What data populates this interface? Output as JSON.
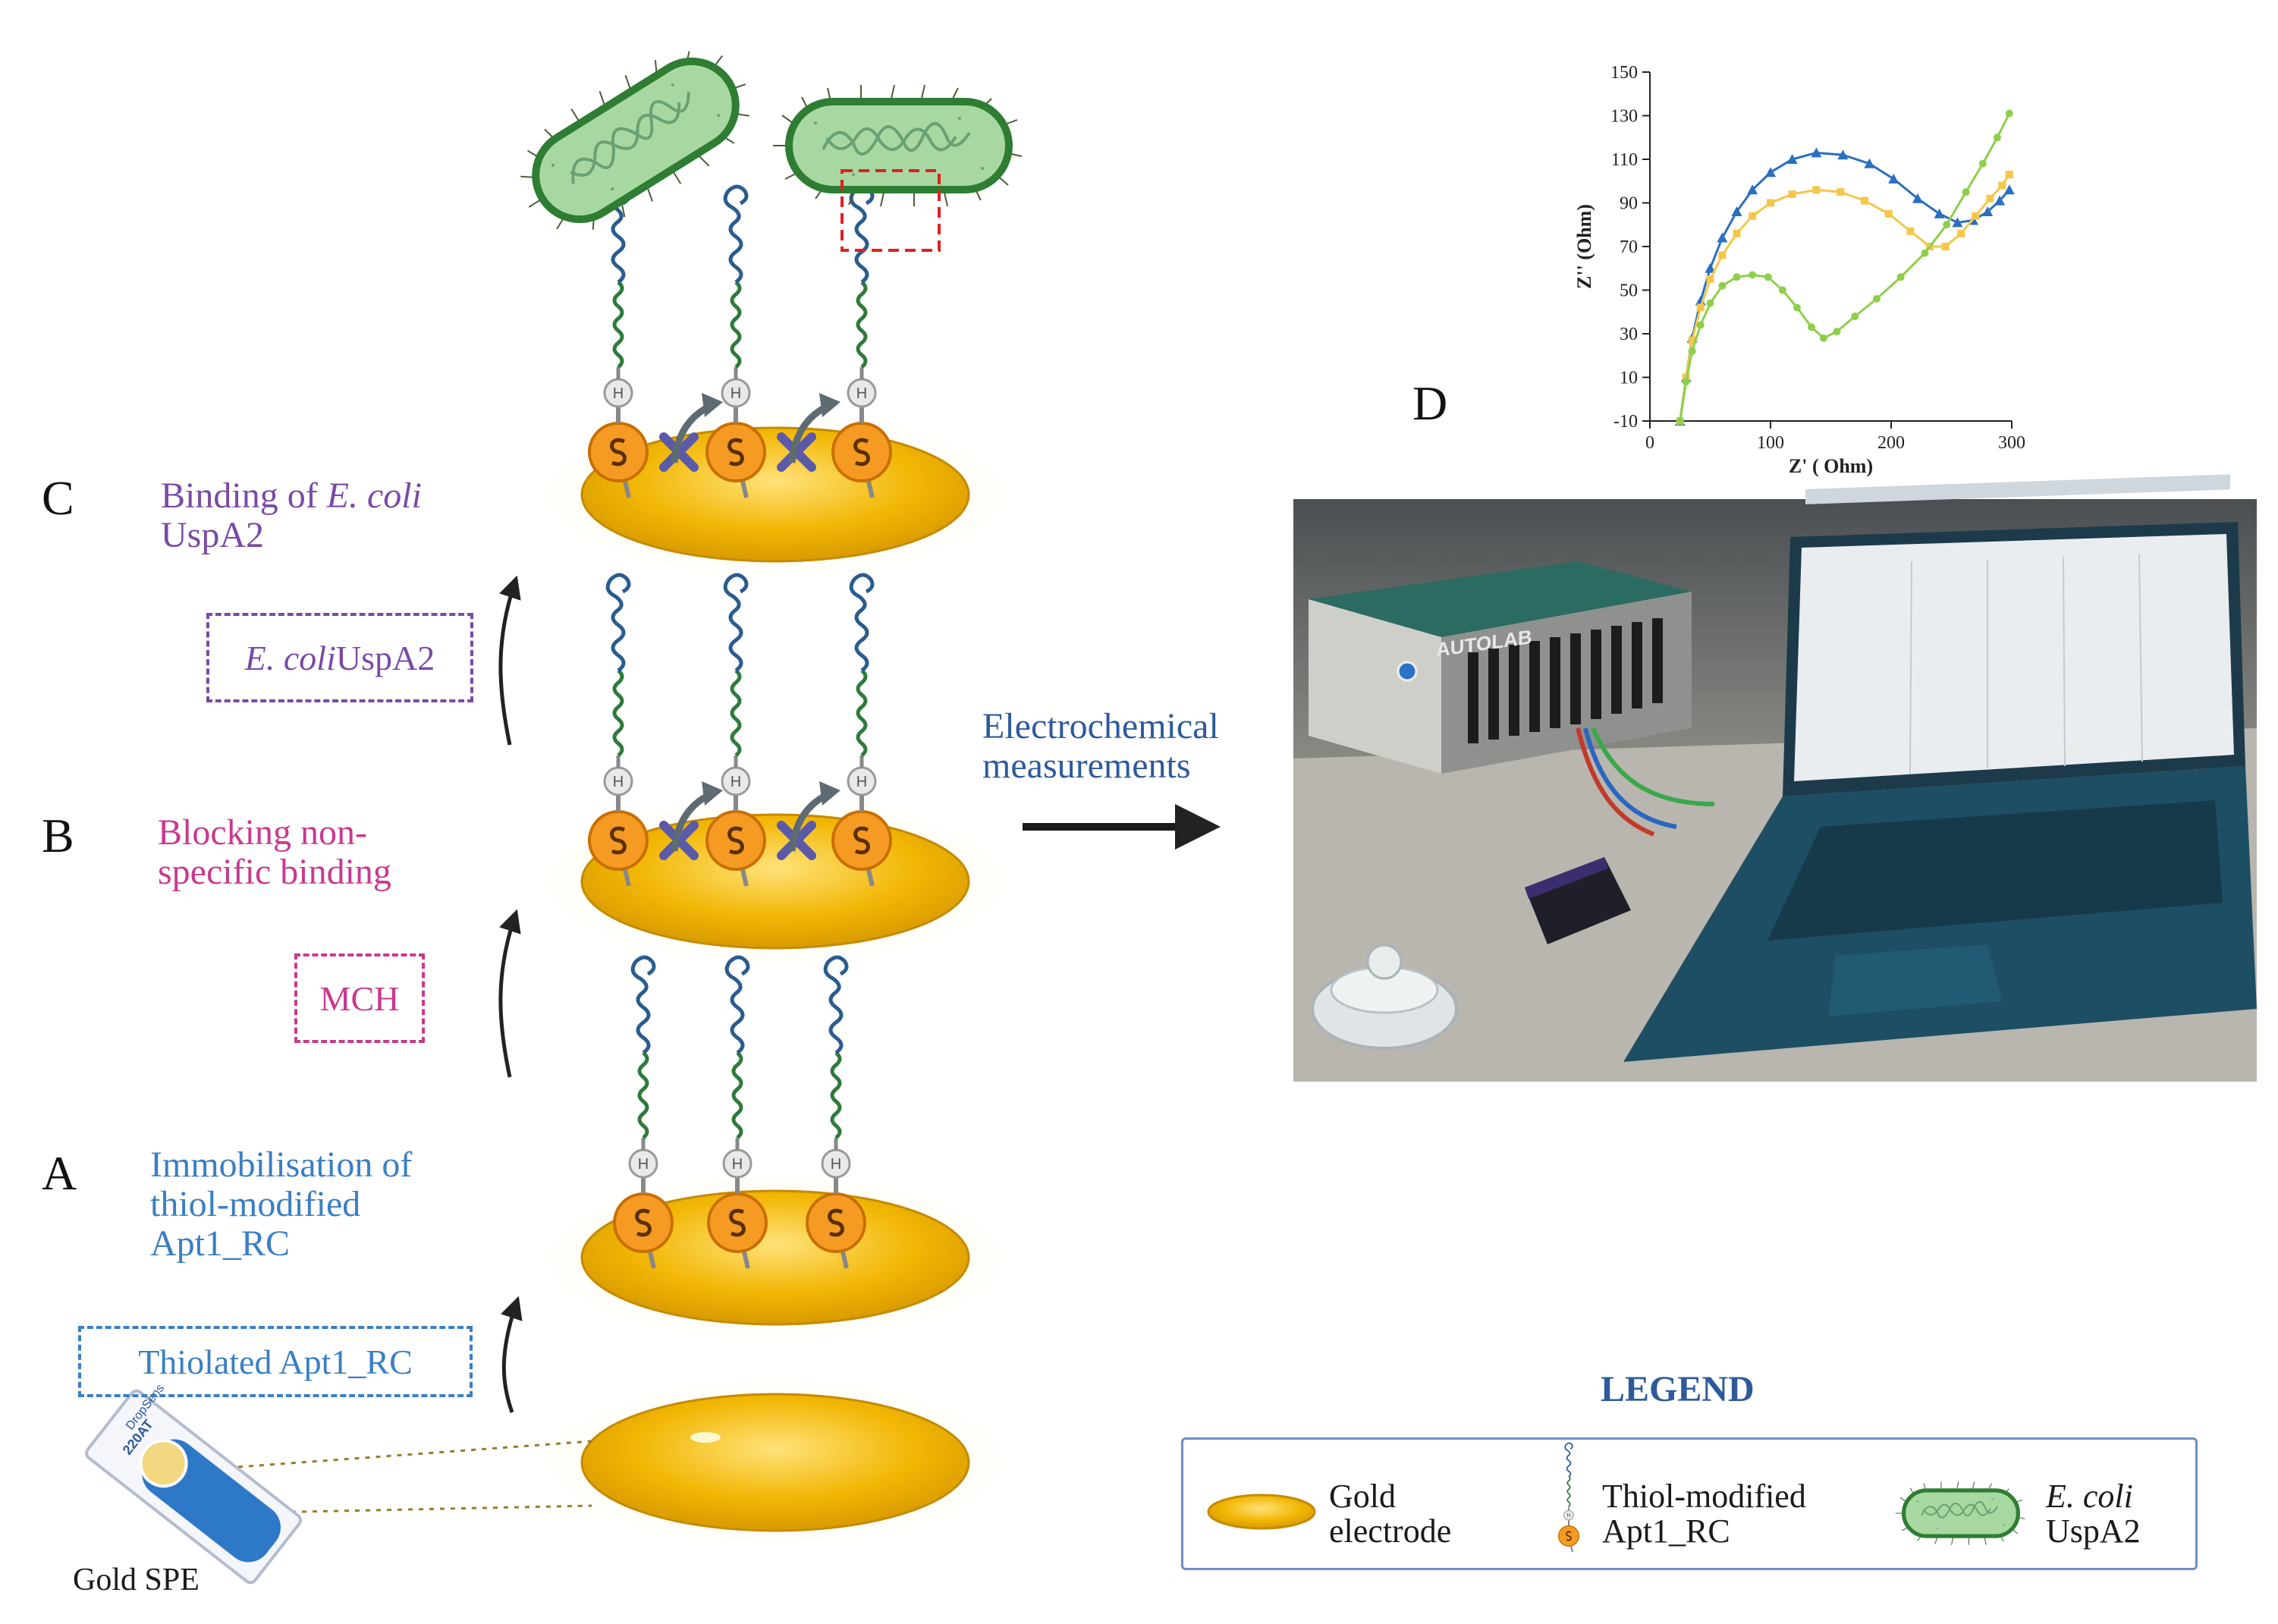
{
  "steps": {
    "a": {
      "letter": "A",
      "label": "Immobilisation of thiol-modified Apt1_RC",
      "reagent": "Thiolated Apt1_RC"
    },
    "b": {
      "letter": "B",
      "label": "Blocking non-specific binding",
      "reagent": "MCH"
    },
    "c": {
      "letter": "C",
      "label_prefix": "Binding of ",
      "label_italic": "E. coli",
      "label_suffix": " UspA2",
      "reagent_italic": "E. coli",
      "reagent_suffix": " UspA2"
    },
    "d": {
      "letter": "D"
    }
  },
  "electrode_label": "Gold SPE",
  "spe_strip_text": "220AT",
  "measurement_label": "Electrochemical measurements",
  "device_label": "AUTOLAB",
  "legend": {
    "title": "LEGEND",
    "items": [
      {
        "label": "Gold electrode",
        "icon": "gold-electrode-icon"
      },
      {
        "label": "Thiol-modified Apt1_RC",
        "icon": "aptamer-icon"
      },
      {
        "label_italic": "E. coli",
        "label_suffix": " UspA2",
        "icon": "bacterium-icon"
      }
    ]
  },
  "colors": {
    "gold": "#f2b705",
    "aptamer_blue": "#2a5c8e",
    "aptamer_green": "#2f7a3c",
    "bacterium_fill": "#9fd39a",
    "bacterium_stroke": "#2e7d32",
    "series_blue": "#2a6fc1",
    "series_yellow": "#f4c64a",
    "series_green": "#8dcf4a"
  },
  "chart_data": {
    "type": "scatter",
    "xlabel": "Z' ( Ohm)",
    "ylabel": "Z'' (Ohm)",
    "xlim": [
      0,
      300
    ],
    "ylim": [
      -10,
      150
    ],
    "xticks": [
      0,
      100,
      200,
      300
    ],
    "yticks": [
      -10,
      10,
      30,
      50,
      70,
      90,
      110,
      130,
      150
    ],
    "grid": false,
    "series": [
      {
        "color": "#2a6fc1",
        "x": [
          25,
          30,
          35,
          42,
          50,
          60,
          72,
          85,
          100,
          118,
          138,
          160,
          182,
          202,
          222,
          240,
          255,
          268,
          280,
          290,
          298
        ],
        "y": [
          -10,
          10,
          28,
          45,
          60,
          74,
          86,
          96,
          104,
          110,
          113,
          112,
          108,
          101,
          92,
          85,
          81,
          82,
          86,
          91,
          96
        ]
      },
      {
        "color": "#f4c64a",
        "x": [
          25,
          30,
          35,
          42,
          50,
          60,
          72,
          85,
          100,
          118,
          138,
          158,
          178,
          198,
          216,
          232,
          245,
          258,
          270,
          282,
          292,
          298
        ],
        "y": [
          -10,
          10,
          27,
          42,
          55,
          66,
          76,
          84,
          90,
          94,
          96,
          95,
          91,
          85,
          77,
          70,
          70,
          76,
          84,
          92,
          98,
          103
        ]
      },
      {
        "color": "#8dcf4a",
        "x": [
          25,
          30,
          35,
          42,
          50,
          60,
          72,
          85,
          98,
          110,
          122,
          134,
          144,
          155,
          170,
          188,
          208,
          228,
          246,
          262,
          276,
          288,
          298
        ],
        "y": [
          -10,
          8,
          22,
          34,
          44,
          52,
          56,
          57,
          56,
          50,
          42,
          33,
          28,
          31,
          38,
          46,
          56,
          67,
          80,
          95,
          108,
          120,
          131
        ]
      }
    ]
  }
}
